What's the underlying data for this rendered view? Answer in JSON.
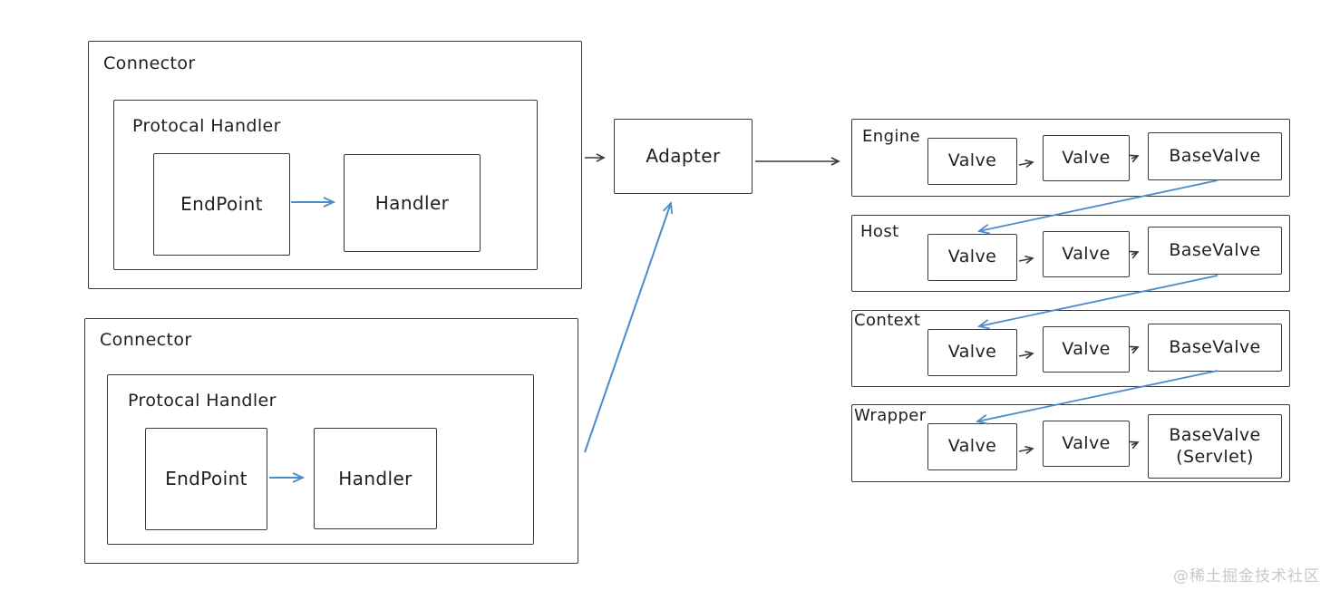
{
  "diagram_title": "Tomcat connector / container pipeline diagram",
  "colors": {
    "box_stroke": "#3a3a3a",
    "text": "#1f1f1f",
    "arrow_black": "#3a3a3a",
    "arrow_blue": "#4e8bc9",
    "watermark": "#c8c8c8",
    "background": "#ffffff"
  },
  "connectors": [
    {
      "label": "Connector",
      "protocol_handler": {
        "label": "Protocal Handler"
      },
      "endpoint": {
        "label": "EndPoint"
      },
      "handler": {
        "label": "Handler"
      }
    },
    {
      "label": "Connector",
      "protocol_handler": {
        "label": "Protocal Handler"
      },
      "endpoint": {
        "label": "EndPoint"
      },
      "handler": {
        "label": "Handler"
      }
    }
  ],
  "adapter": {
    "label": "Adapter"
  },
  "pipeline_rows": [
    {
      "label": "Engine",
      "valve1": "Valve",
      "valve2": "Valve",
      "basevalve": "BaseValve",
      "basevalve_sub": ""
    },
    {
      "label": "Host",
      "valve1": "Valve",
      "valve2": "Valve",
      "basevalve": "BaseValve",
      "basevalve_sub": ""
    },
    {
      "label": "Context",
      "valve1": "Valve",
      "valve2": "Valve",
      "basevalve": "BaseValve",
      "basevalve_sub": ""
    },
    {
      "label": "Wrapper",
      "valve1": "Valve",
      "valve2": "Valve",
      "basevalve": "BaseValve",
      "basevalve_sub": "(Servlet)"
    }
  ],
  "watermark": {
    "text": "@稀土掘金技术社区"
  }
}
